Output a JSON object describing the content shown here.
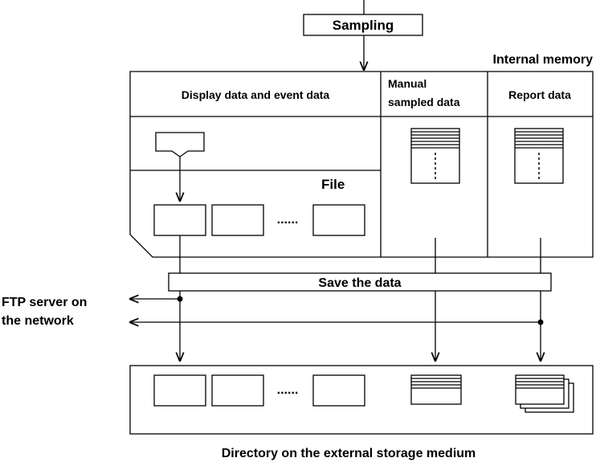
{
  "labels": {
    "sampling": "Sampling",
    "internal_memory": "Internal memory",
    "display_event": "Display data and event data",
    "manual_line1": "Manual",
    "manual_line2": "sampled data",
    "report": "Report data",
    "file": "File",
    "ellipsis": "......",
    "save": "Save the data",
    "ftp_line1": "FTP server on",
    "ftp_line2": "the network",
    "directory": "Directory on the external storage medium"
  }
}
